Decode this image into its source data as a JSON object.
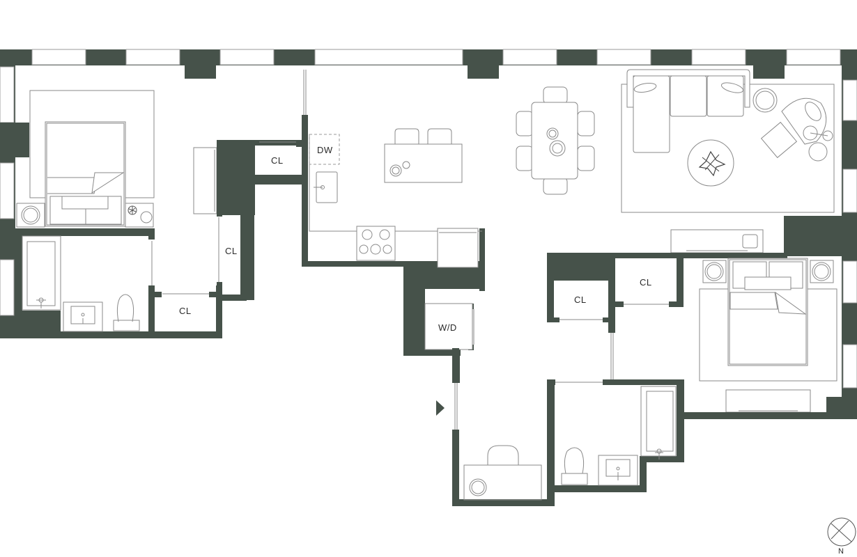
{
  "plan": {
    "wall_color": "#46524a",
    "background": "#ffffff",
    "labels": {
      "cl_bed1_top": "CL",
      "cl_bed1_side": "CL",
      "cl_bed1_bottom": "CL",
      "dw": "DW",
      "wd": "W/D",
      "cl_bed2_left": "CL",
      "cl_bed2_right": "CL"
    },
    "compass": {
      "label": "N"
    },
    "entry_marker": "entry-arrow"
  }
}
